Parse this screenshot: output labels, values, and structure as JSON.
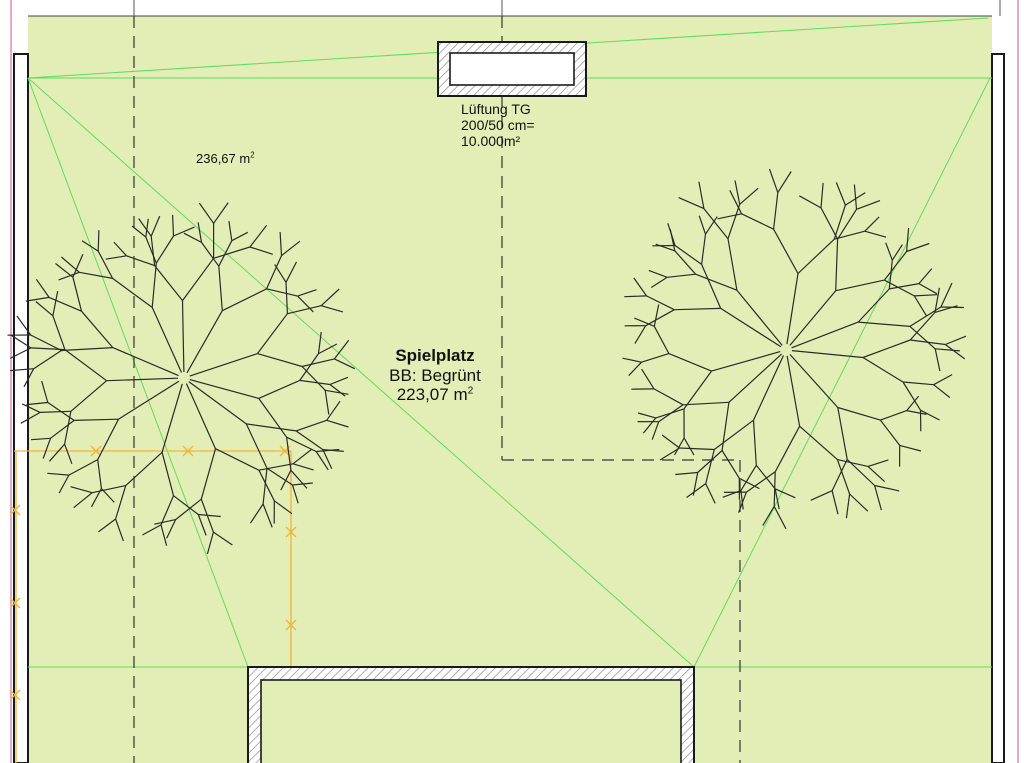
{
  "plan": {
    "area_left": {
      "value": "236,67 m",
      "exp": "2"
    },
    "playground": {
      "name": "Spielplatz",
      "type": "BB: Begrünt",
      "area_value": "223,07 m",
      "area_exp": "2"
    },
    "vent": {
      "line1": "Lüftung TG",
      "line2": "200/50 cm=",
      "line3": "10.000m²"
    }
  },
  "colors": {
    "lawn": "#e3eeb6",
    "green_line": "#5fdc5f",
    "orange_line": "#f0b43a",
    "wall": "#1a1a1a",
    "hatch": "#9a9a9a",
    "tree": "#2a2a2a"
  }
}
